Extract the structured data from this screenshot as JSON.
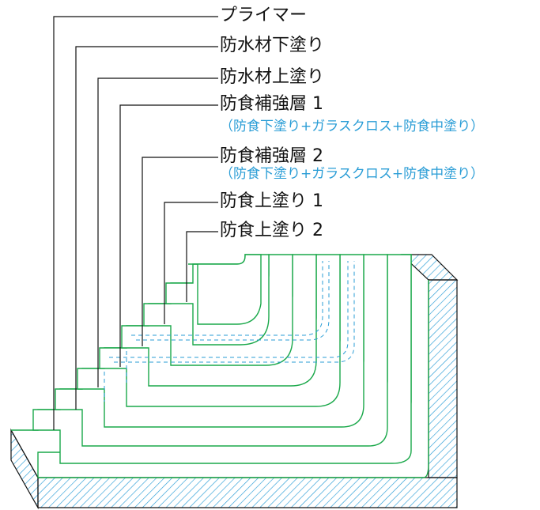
{
  "labels": [
    {
      "text": "プライマー"
    },
    {
      "text": "防水材下塗り"
    },
    {
      "text": "防水材上塗り"
    },
    {
      "text": "防食補強層 1",
      "note": "（防食下塗り+ガラスクロス+防食中塗り）"
    },
    {
      "text": "防食補強層 2",
      "note": "（防食下塗り+ガラスクロス+防食中塗り）"
    },
    {
      "text": "防食上塗り 1"
    },
    {
      "text": "防食上塗り 2"
    }
  ],
  "colors": {
    "layer_line": "#1aa84a",
    "hatch": "#2a9dd6",
    "note_text": "#2a9dd6",
    "leader": "#111111"
  }
}
